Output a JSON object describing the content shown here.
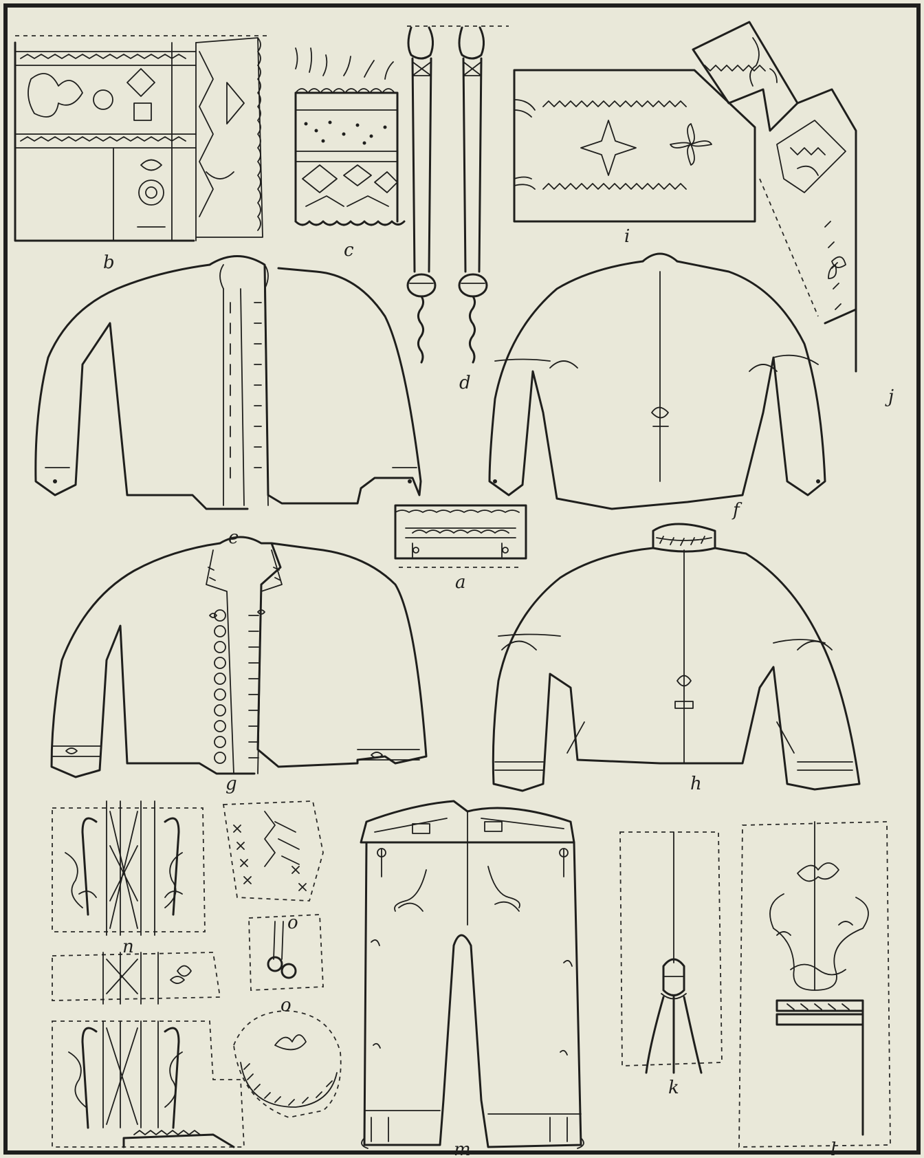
{
  "plate": {
    "paper_color": "#e9e8d9",
    "ink_color": "#1f1f1d"
  },
  "figures": [
    {
      "key": "a",
      "label": "a",
      "depicts": "embroidered band"
    },
    {
      "key": "b",
      "label": "b",
      "depicts": "embroidered corner panel"
    },
    {
      "key": "c",
      "label": "c",
      "depicts": "patterned border fragment"
    },
    {
      "key": "d",
      "label": "d",
      "depicts": "pair of tasselled garters"
    },
    {
      "key": "e",
      "label": "e",
      "depicts": "jacket front"
    },
    {
      "key": "f",
      "label": "f",
      "depicts": "jacket back"
    },
    {
      "key": "g",
      "label": "g",
      "depicts": "jacket front with embroidered collar"
    },
    {
      "key": "h",
      "label": "h",
      "depicts": "jacket back with embroidered collar"
    },
    {
      "key": "i",
      "label": "i",
      "depicts": "embroidered strip with stars"
    },
    {
      "key": "j",
      "label": "j",
      "depicts": "embroidered collar corner"
    },
    {
      "key": "k",
      "label": "k",
      "depicts": "tassel detail"
    },
    {
      "key": "l",
      "label": "l",
      "depicts": "scroll embroidery detail"
    },
    {
      "key": "m",
      "label": "m",
      "depicts": "breeches"
    },
    {
      "key": "n",
      "label": "n",
      "depicts": "embroidered panels"
    },
    {
      "key": "o1",
      "label": "o",
      "depicts": "embroidery detail"
    },
    {
      "key": "o2",
      "label": "o",
      "depicts": "button detail"
    }
  ]
}
